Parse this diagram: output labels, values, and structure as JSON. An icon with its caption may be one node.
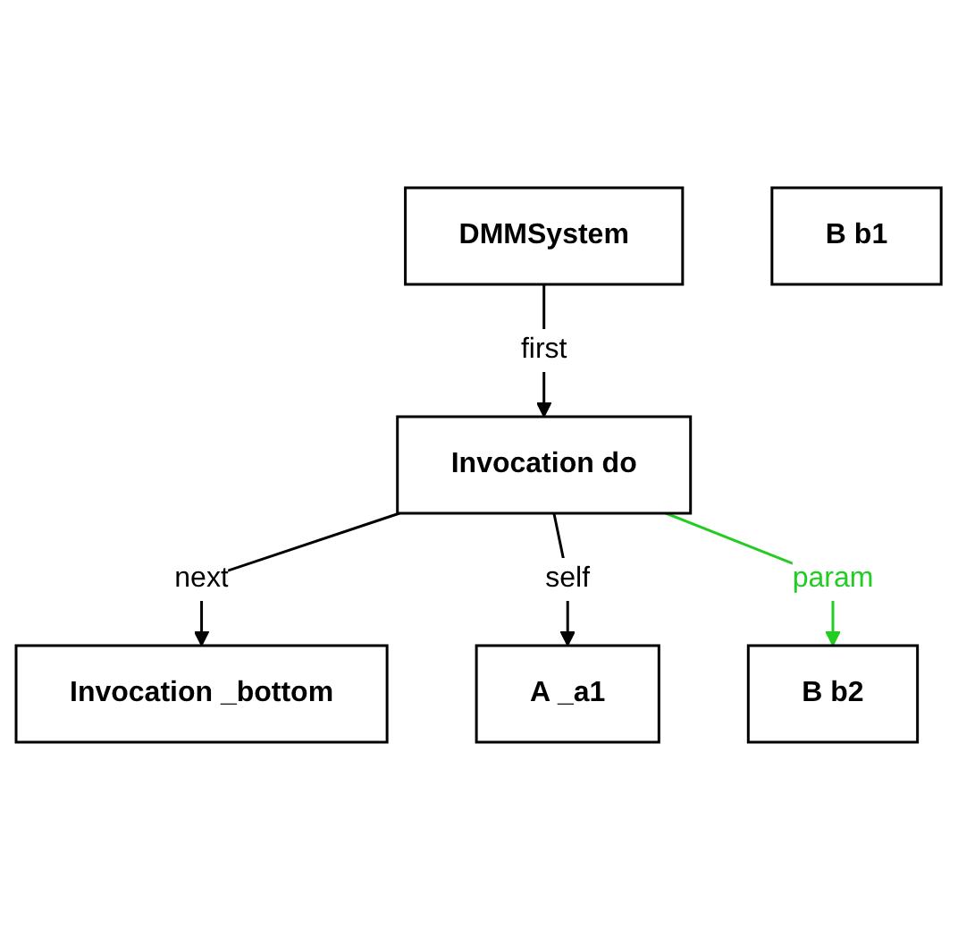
{
  "diagram": {
    "nodes": [
      {
        "text": [
          "DMMSystem"
        ]
      },
      {
        "text": [
          "Invocation do"
        ]
      },
      {
        "text": [
          "Invocation _bottom"
        ]
      },
      {
        "text": [
          "A _a1"
        ]
      },
      {
        "text": [
          "B b1"
        ]
      },
      {
        "text": [
          "B b2"
        ]
      }
    ],
    "edges": [
      {
        "from": 0,
        "to": 1,
        "arrow": "to",
        "label": "first"
      },
      {
        "from": 1,
        "to": 2,
        "arrow": "to",
        "label": "next"
      },
      {
        "from": 1,
        "to": 3,
        "arrow": "to",
        "label": "self"
      },
      {
        "from": 1,
        "to": 5,
        "arrow": "to",
        "label": "param",
        "color": "#22cc22"
      }
    ]
  }
}
